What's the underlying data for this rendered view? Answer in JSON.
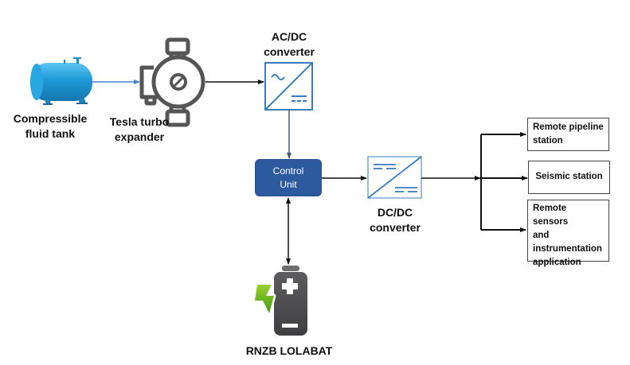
{
  "diagram": {
    "nodes": {
      "tank": {
        "label_line1": "Compressible",
        "label_line2": "fluid tank",
        "icon": "pressure-tank-icon"
      },
      "turbo": {
        "label_line1": "Tesla turbo",
        "label_line2": "expander",
        "icon": "turbo-expander-icon"
      },
      "acdc": {
        "label_line1": "AC/DC",
        "label_line2": "converter",
        "icon": "ac-dc-converter-icon"
      },
      "control": {
        "label_line1": "Control",
        "label_line2": "Unit"
      },
      "dcdc": {
        "label_line1": "DC/DC",
        "label_line2": "converter",
        "icon": "dc-dc-converter-icon"
      },
      "battery": {
        "label": "RNZB LOLABAT",
        "icon": "battery-charging-icon"
      }
    },
    "outputs": [
      {
        "lines": [
          "Remote pipeline",
          "station"
        ]
      },
      {
        "lines": [
          "Seismic station"
        ]
      },
      {
        "lines": [
          "Remote sensors",
          "and",
          "instrumentation",
          "application"
        ]
      }
    ],
    "edges": [
      {
        "from": "tank",
        "to": "turbo",
        "style": "blue-arrow"
      },
      {
        "from": "turbo",
        "to": "acdc",
        "style": "black-arrow"
      },
      {
        "from": "acdc",
        "to": "control",
        "style": "gray-blue-arrow"
      },
      {
        "from": "control",
        "to": "dcdc",
        "style": "black-arrow"
      },
      {
        "from": "control",
        "to": "battery",
        "style": "bidirectional"
      },
      {
        "from": "dcdc",
        "to": "outputs",
        "style": "branch-arrows"
      }
    ],
    "colors": {
      "control_fill": "#2d5a9e",
      "converter_stroke": "#3a7cc4",
      "tank_blue": "#1e9ad6",
      "icon_gray": "#555555",
      "bolt_green": "#6abf1a"
    }
  }
}
